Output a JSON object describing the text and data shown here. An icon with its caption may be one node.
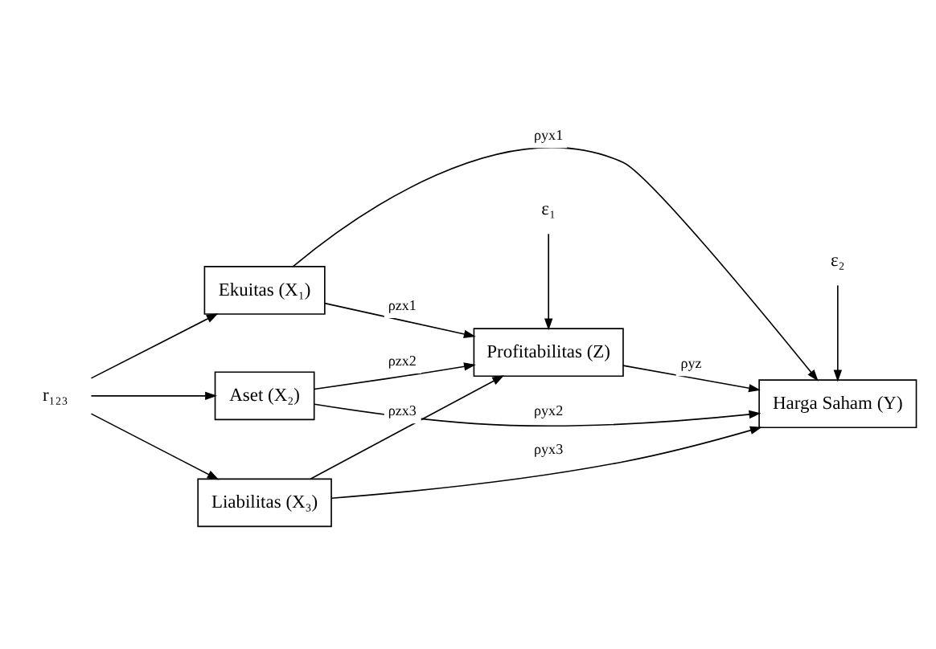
{
  "diagram": {
    "nodes": [
      {
        "text": [
          "Ekuitas (X₁)"
        ]
      },
      {
        "text": [
          "Aset (X₂)"
        ]
      },
      {
        "text": [
          "Liabilitas (X₃)"
        ]
      },
      {
        "text": [
          "Profitabilitas (Z)"
        ]
      },
      {
        "text": [
          "Harga Saham (Y)"
        ]
      },
      {
        "text": [
          "ε₁"
        ]
      },
      {
        "text": [
          "ε₂"
        ]
      },
      {
        "text": [
          "r₁₂₃"
        ]
      }
    ],
    "edges": [
      {
        "from": 7,
        "to": 0,
        "arrow": "to"
      },
      {
        "from": 7,
        "to": 1,
        "arrow": "to"
      },
      {
        "from": 7,
        "to": 2,
        "arrow": "to"
      },
      {
        "from": 0,
        "to": 3,
        "arrow": "to",
        "label": "ρzx1"
      },
      {
        "from": 1,
        "to": 3,
        "arrow": "to",
        "label": "ρzx2"
      },
      {
        "from": 2,
        "to": 3,
        "arrow": "to",
        "label": "ρzx3"
      },
      {
        "from": 0,
        "to": 4,
        "arrow": "to",
        "label": "ρyx1"
      },
      {
        "from": 1,
        "to": 4,
        "arrow": "to",
        "label": "ρyx2"
      },
      {
        "from": 2,
        "to": 4,
        "arrow": "to",
        "label": "ρyx3"
      },
      {
        "from": 3,
        "to": 4,
        "arrow": "to",
        "label": "ρyz"
      },
      {
        "from": 5,
        "to": 3,
        "arrow": "to"
      },
      {
        "from": 6,
        "to": 4,
        "arrow": "to"
      }
    ]
  }
}
